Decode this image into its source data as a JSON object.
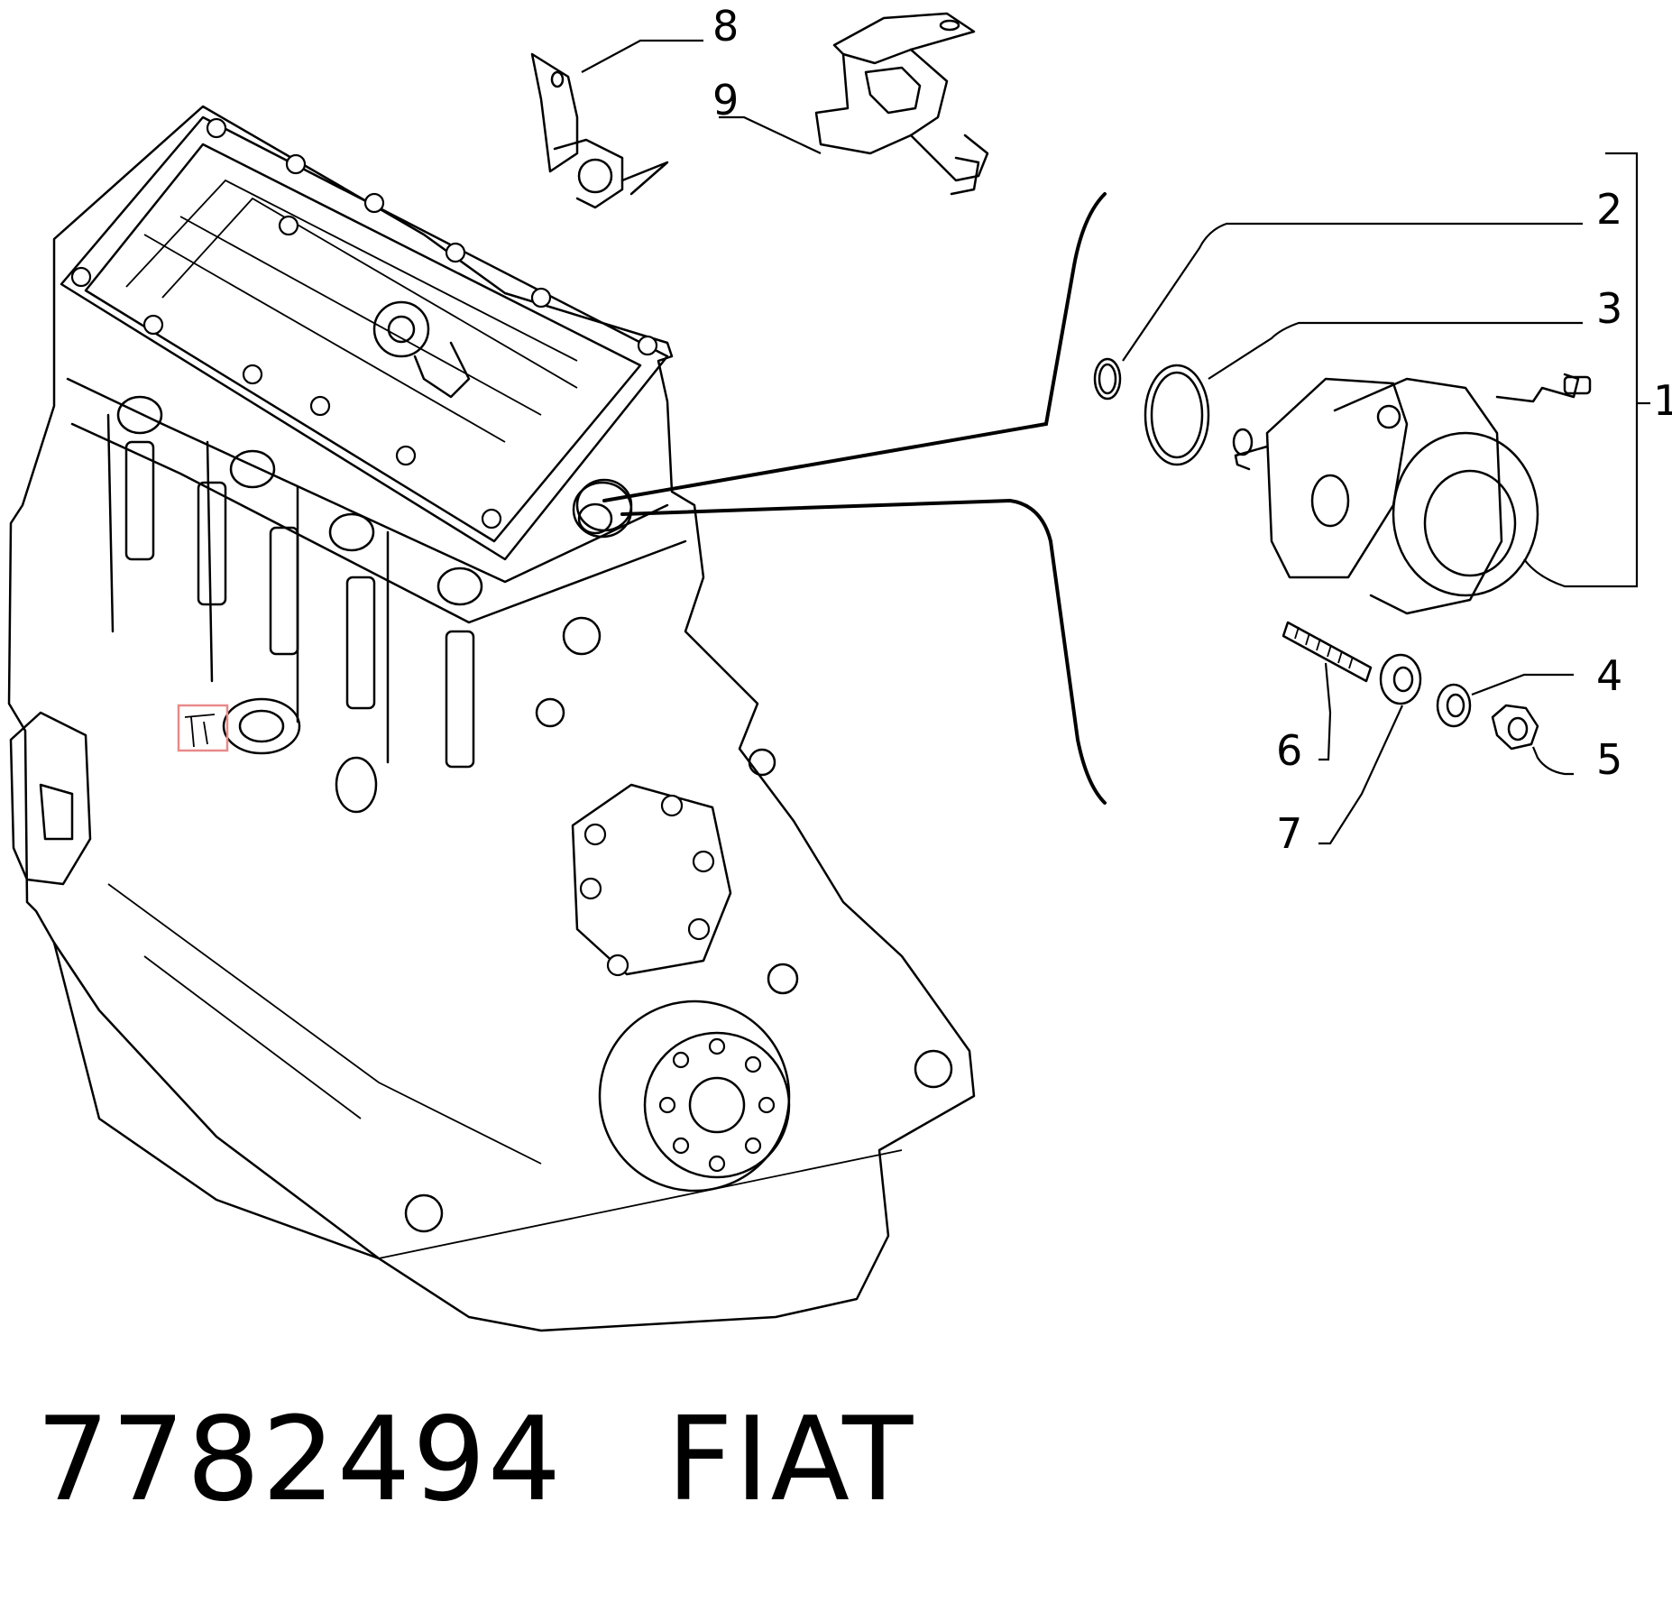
{
  "diagram": {
    "part_labels": [
      {
        "id": "1",
        "text": "1"
      },
      {
        "id": "2",
        "text": "2"
      },
      {
        "id": "3",
        "text": "3"
      },
      {
        "id": "4",
        "text": "4"
      },
      {
        "id": "5",
        "text": "5"
      },
      {
        "id": "6",
        "text": "6"
      },
      {
        "id": "7",
        "text": "7"
      },
      {
        "id": "8",
        "text": "8"
      },
      {
        "id": "9",
        "text": "9"
      }
    ],
    "highlight_color": "#e88a8a"
  },
  "caption": {
    "part_number": "7782494",
    "brand": "FIAT"
  }
}
